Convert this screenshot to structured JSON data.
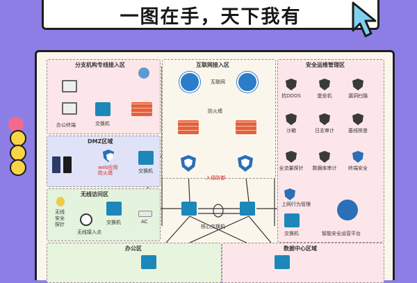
{
  "title": "一图在手，天下我有",
  "zones": {
    "branch": "分支机构专线接入区",
    "internet": "互联网接入区",
    "security": "安全运维管理区",
    "dmz": "DMZ区域",
    "wireless": "无线访问区",
    "office": "办公区",
    "datacenter": "数据中心区域"
  },
  "labels": {
    "office_terminal": "办公终端",
    "switch": "交换机",
    "internet": "互联网",
    "firewall": "防火墙",
    "intrusion_prevention": "入侵防御",
    "core_switch": "核心交换机",
    "ac": "AC",
    "web_firewall": "web应用\n防火墙",
    "wireless_probe": "无线\n安全\n探针",
    "wireless_ap": "无线接入点",
    "behavior_mgmt": "上网行为管理",
    "smart_ops": "智能安全运营平台"
  },
  "security_items": [
    "抗DDOS",
    "堡垒机",
    "漏洞扫描",
    "沙箱",
    "日志审计",
    "基线核查",
    "全流量探针",
    "数据库审计",
    "终端安全"
  ],
  "colors": {
    "background": "#8d7ee6",
    "accent_blue": "#1c87b8",
    "firewall": "#e5603c",
    "alert_red": "#d22222"
  }
}
